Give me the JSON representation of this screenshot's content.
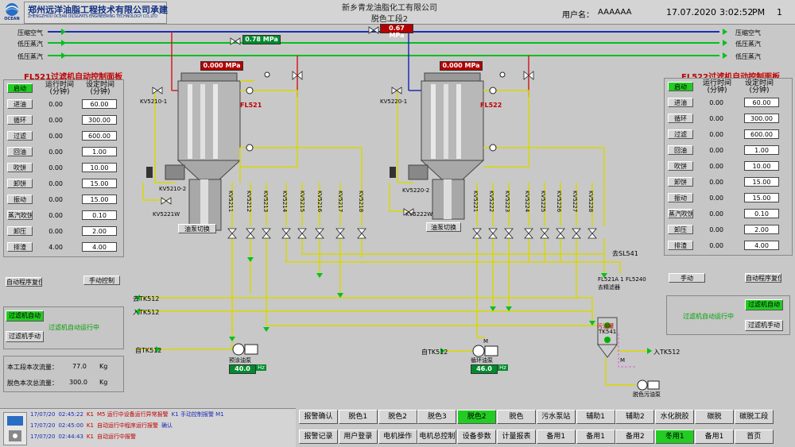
{
  "header": {
    "company_cn": "郑州远洋油脂工程技术有限公司承建",
    "company_en": "ZHENGZHOU OCEAN OILS&FATS ENGINEERING TECHNOLOGY CO.,LTD",
    "logo_text": "OCEAN",
    "client": "新乡青龙油脂化工有限公司",
    "page_title": "脱色工段2",
    "user_label": "用户名：",
    "user_value": "AAAAAA",
    "date": "17.07.2020",
    "time": "3:02:52",
    "ampm": "PM",
    "page_num": "1"
  },
  "lines": {
    "compressed_air": "压缩空气",
    "steam": "低压蒸汽",
    "steam2": "低压蒸汽",
    "to_compressed_air": "压缩空气",
    "to_steam": "低压蒸汽",
    "to_steam2": "低压蒸汽"
  },
  "gauges": {
    "top": "0.67",
    "top_unit": "MPa",
    "air": "0.78",
    "air_unit": "MPa",
    "fl521_pressure": "0.000",
    "fl521_unit": "MPa",
    "fl522_pressure": "0.000",
    "fl522_unit": "MPa",
    "pump1_freq": "40.0",
    "pump1_unit": "Hz",
    "pump2_freq": "46.0",
    "pump2_unit": "Hz"
  },
  "left_panel": {
    "title": "FL521过滤机自动控制面板",
    "col_run": "运行时间",
    "col_run_unit": "(分钟)",
    "col_set": "设定时间",
    "col_set_unit": "(分钟)",
    "rows": [
      {
        "label": "启动",
        "run": "",
        "set": ""
      },
      {
        "label": "进油",
        "run": "0.00",
        "set": "60.00"
      },
      {
        "label": "循环",
        "run": "0.00",
        "set": "300.00"
      },
      {
        "label": "过滤",
        "run": "0.00",
        "set": "600.00"
      },
      {
        "label": "回油",
        "run": "0.00",
        "set": "1.00"
      },
      {
        "label": "吹饼",
        "run": "0.00",
        "set": "10.00"
      },
      {
        "label": "卸饼",
        "run": "0.00",
        "set": "15.00"
      },
      {
        "label": "振动",
        "run": "0.00",
        "set": "15.00"
      },
      {
        "label": "蒸汽吹饼",
        "run": "0.00",
        "set": "0.10"
      },
      {
        "label": "卸压",
        "run": "0.00",
        "set": "2.00"
      },
      {
        "label": "排渣",
        "run": "4.00",
        "set": "4.00"
      }
    ],
    "btn_left": "自动程序复位",
    "btn_right": "手动控制",
    "auto_btn": "过滤机自动",
    "manual_btn": "过滤机手动",
    "auto_note": "过滤机自动运行中",
    "flow_label": "本工段本次流量：",
    "flow_value": "77.0",
    "flow_unit": "Kg",
    "total_label": "脱色本次总流量：",
    "total_value": "300.0",
    "total_unit": "Kg"
  },
  "right_panel": {
    "title": "FL522过滤机自动控制面板",
    "col_run": "运行时间",
    "col_run_unit": "(分钟)",
    "col_set": "设定时间",
    "col_set_unit": "(分钟)",
    "rows": [
      {
        "label": "启动",
        "run": "",
        "set": ""
      },
      {
        "label": "进油",
        "run": "0.00",
        "set": "60.00"
      },
      {
        "label": "循环",
        "run": "0.00",
        "set": "300.00"
      },
      {
        "label": "过滤",
        "run": "0.00",
        "set": "600.00"
      },
      {
        "label": "回油",
        "run": "0.00",
        "set": "1.00"
      },
      {
        "label": "吹饼",
        "run": "0.00",
        "set": "10.00"
      },
      {
        "label": "卸饼",
        "run": "0.00",
        "set": "15.00"
      },
      {
        "label": "振动",
        "run": "0.00",
        "set": "15.00"
      },
      {
        "label": "蒸汽吹饼",
        "run": "0.00",
        "set": "0.10"
      },
      {
        "label": "卸压",
        "run": "0.00",
        "set": "2.00"
      },
      {
        "label": "排渣",
        "run": "0.00",
        "set": "4.00"
      }
    ],
    "btn_left": "手动",
    "btn_right": "自动程序复位",
    "note": "过滤机自动运行中",
    "auto_btn": "过滤机自动",
    "manual_btn": "过滤机手动"
  },
  "process": {
    "fl521": "FL521",
    "fl522": "FL522",
    "kv5210_1": "KV5210-1",
    "kv5220_1": "KV5220-1",
    "kv5210_2": "KV5210-2",
    "kv5220_2": "KV5220-2",
    "kv5221w": "KV5221W",
    "kv5222w": "KV5222W",
    "pump_btn1": "油泵切换",
    "pump_btn2": "油泵切换",
    "valves_left": [
      "KV5211",
      "KV5212",
      "KV5213",
      "KV5214",
      "KV5215",
      "KV5216",
      "KV5217",
      "KV5218"
    ],
    "valves_right": [
      "KV5221",
      "KV5222",
      "KV5223",
      "KV5224",
      "KV5225",
      "KV5226",
      "KV5227",
      "KV5228"
    ],
    "to_sl541": "去SL541",
    "fl5240": "FL521A 1 FL5240",
    "fl5240b": "去精滤器",
    "to_tk512_1": "去TK512",
    "to_tk512_2": "入TK512",
    "from_tk512": "自TK512",
    "from_tk512_2": "自TK512",
    "pump1_name": "预涂油泵",
    "pump2_name": "循环油泵",
    "tank_name": "污油罐",
    "tank_id": "TK541",
    "pump3_name": "脱色污油泵",
    "to_tk512_3": "入TK512",
    "m_label": "M",
    "m_label2": "M"
  },
  "alarms": [
    {
      "date": "17/07/20",
      "time": "02:45:22",
      "status": "K1",
      "msg": "M5 运行中设备运行异常报警",
      "extra": "K1 手动控制报警 M1"
    },
    {
      "date": "17/07/20",
      "time": "02:45:00",
      "status": "K1",
      "msg": "自动运行中程序运行报警",
      "extra": "确认"
    },
    {
      "date": "17/07/20",
      "time": "02:44:43",
      "status": "K1",
      "msg": "自动运行中报警",
      "extra": ""
    }
  ],
  "nav_row1": [
    "报警确认",
    "脱色1",
    "脱色2",
    "脱色3",
    "脱色2",
    "脱色",
    "污水泵站",
    "辅助1",
    "辅助2",
    "水化脱胶",
    "碳脱",
    "碳脱工段"
  ],
  "nav_row2": [
    "报警记录",
    "用户登录",
    "电机操作",
    "电机总控制",
    "设备参数",
    "计量报表",
    "备用1",
    "备用1",
    "备用2",
    "冬用1",
    "备用1",
    "首页"
  ],
  "nav_active_row1": 4,
  "nav_active_row2": 9
}
